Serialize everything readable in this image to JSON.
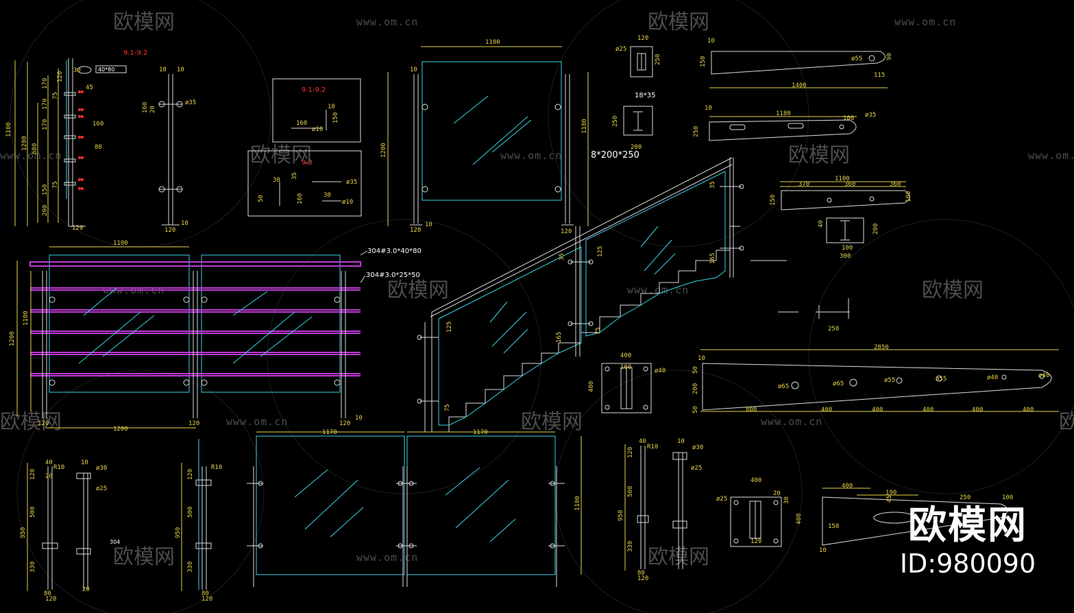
{
  "watermark": {
    "logo_text": "欧模网",
    "url_text": "www.om.cn"
  },
  "badge": {
    "logo": "欧模网",
    "id": "ID:980090"
  },
  "labels": {
    "beam_spec": "8*200*250",
    "rail_top": "304#3.0*40*80",
    "rail_bottom": "304#3.0*25*50",
    "red_a": "9.1-9.2",
    "red_b": "9.1-9.2",
    "red_c": "9.3",
    "tube_a": "40*80",
    "tube_b": "18*35",
    "tube_note": "304"
  },
  "dims": {
    "d1100": "1100",
    "d1200": "1200",
    "d1170": "1170",
    "d120": "120",
    "d10": "10",
    "d1400": "1400",
    "d1180": "1180",
    "d2850": "2850",
    "d400": "400",
    "d300": "300",
    "d250": "250",
    "d200": "200",
    "d150": "150",
    "d160": "160",
    "d80": "80",
    "d170": "170",
    "d680": "680",
    "d950": "950",
    "d500": "500",
    "d330": "330",
    "d370": "370",
    "d360": "360",
    "d190": "190",
    "d100": "100",
    "d40": "40",
    "d30": "30",
    "d20": "20",
    "d45": "45",
    "d50": "50",
    "d35": "35",
    "d125": "125",
    "d165": "165",
    "d75": "75",
    "d90": "90",
    "d115": "115",
    "d800": "800",
    "r10": "R10",
    "phi10": "ø10",
    "phi35": "ø35",
    "phi40": "ø40",
    "phi55": "ø55",
    "phi65": "ø65",
    "phi25": "ø25",
    "phi30": "ø30"
  },
  "colors": {
    "bg": "#000000",
    "yellow": "#e8d44d",
    "cyan": "#38d5e8",
    "magenta": "#c03ad6",
    "red": "#ff3030",
    "white": "#ffffff"
  }
}
